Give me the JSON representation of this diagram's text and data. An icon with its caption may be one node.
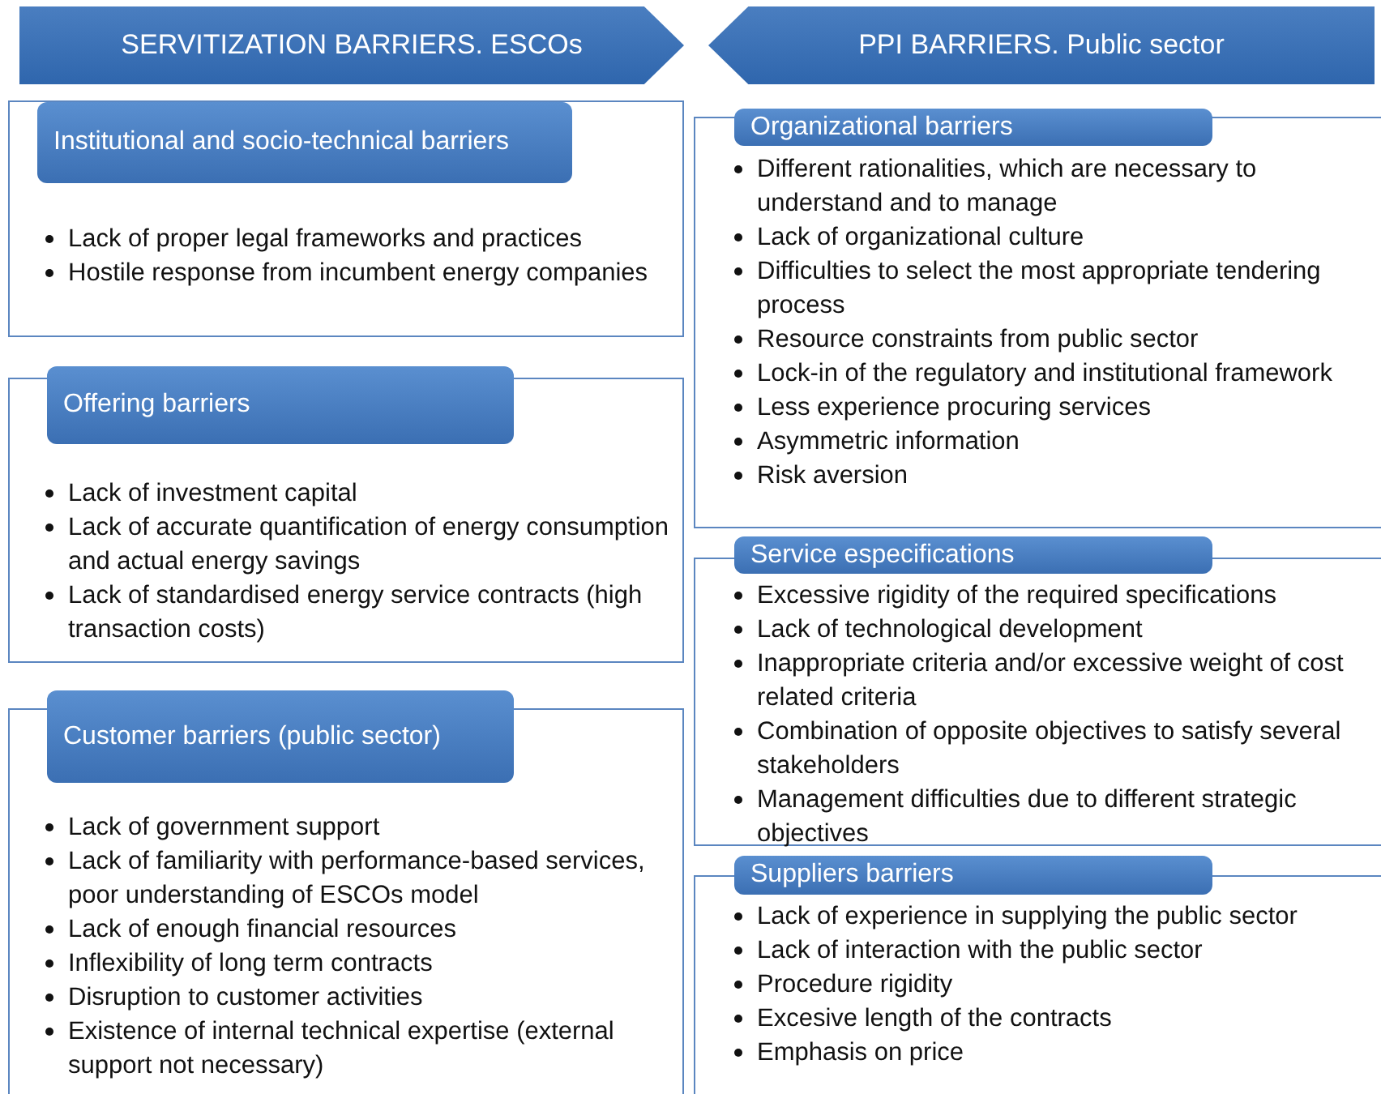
{
  "diagram": {
    "nodes": [
      {
        "text": [
          "SERVITIZATION BARRIERS. ESCOs"
        ]
      },
      {
        "text": [
          "PPI BARRIERS. Public sector"
        ]
      },
      {
        "text": [
          "Institutional and socio-technical barriers",
          "Lack of proper legal frameworks and practices",
          "Hostile response from incumbent energy companies"
        ]
      },
      {
        "text": [
          "Offering barriers",
          "Lack of investment capital",
          "Lack of accurate quantification of energy consumption and actual energy savings",
          "Lack of standardised energy service contracts (high transaction costs)"
        ]
      },
      {
        "text": [
          "Customer barriers (public sector)",
          "Lack of government support",
          "Lack of familiarity with performance-based services, poor understanding of ESCOs model",
          "Lack of enough financial resources",
          "Inflexibility of long term contracts",
          "Disruption to customer activities",
          "Existence of internal technical expertise (external support not necessary)"
        ]
      },
      {
        "text": [
          "Organizational barriers",
          "Different rationalities, which are necessary to understand and to manage",
          "Lack of organizational culture",
          "Difficulties to select the most appropriate tendering process",
          "Resource constraints from public sector",
          "Lock-in of the regulatory and institutional framework",
          "Less experience procuring services",
          "Asymmetric information",
          "Risk aversion"
        ]
      },
      {
        "text": [
          "Service especifications",
          "Excessive rigidity of the required specifications",
          "Lack of technological development",
          "Inappropriate criteria and/or excessive weight of cost related criteria",
          "Combination of opposite objectives to satisfy several stakeholders",
          "Management difficulties due to different strategic objectives"
        ]
      },
      {
        "text": [
          "Suppliers barriers",
          "Lack of experience in supplying the public sector",
          "Lack of interaction with the public sector",
          "Procedure rigidity",
          "Excesive length of the contracts",
          "Emphasis on price"
        ]
      }
    ]
  }
}
